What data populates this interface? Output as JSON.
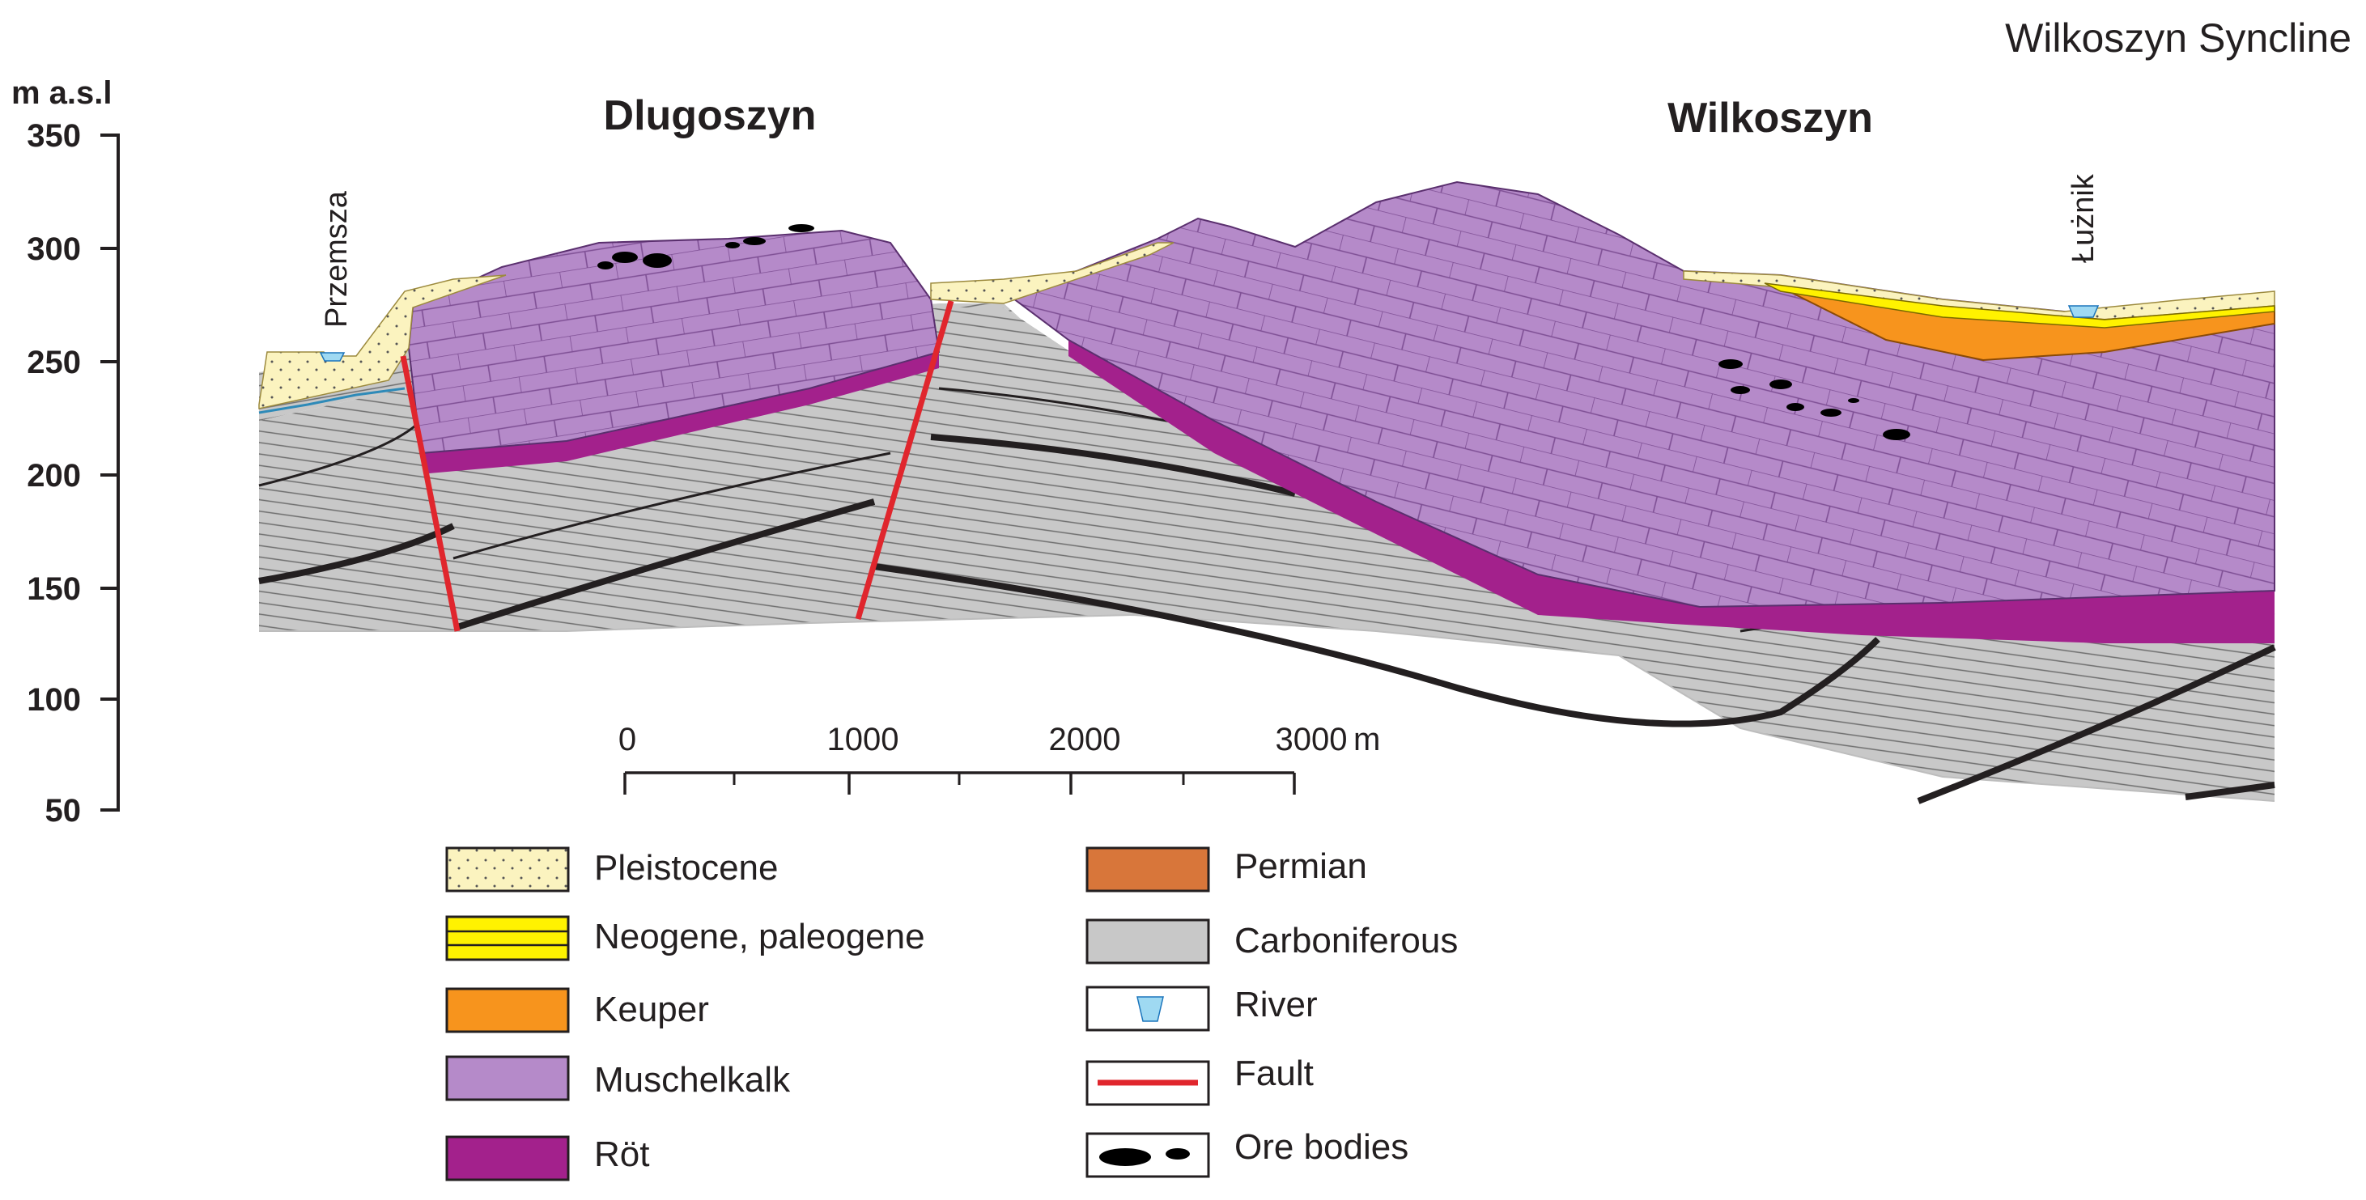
{
  "figure": {
    "title": "Wilkoszyn Syncline",
    "places": [
      "Dlugoszyn",
      "Wilkoszyn"
    ],
    "rivers": [
      "Przemsza",
      "Łużnik"
    ]
  },
  "axis": {
    "title": "m a.s.l",
    "ticks": [
      "350",
      "300",
      "250",
      "200",
      "150",
      "100",
      "50"
    ]
  },
  "scale_bar": {
    "labels": [
      "0",
      "1000",
      "2000",
      "3000"
    ],
    "unit": "m"
  },
  "legend": {
    "items": [
      {
        "label": "Pleistocene",
        "pattern": "pleistocene",
        "color": "#fbf3bf"
      },
      {
        "label": "Neogene, paleogene",
        "pattern": "neogene",
        "color": "#fff200"
      },
      {
        "label": "Keuper",
        "pattern": "keuper",
        "color": "#f7941d"
      },
      {
        "label": "Muschelkalk",
        "pattern": "muschelkalk",
        "color": "#b58ac9"
      },
      {
        "label": "Röt",
        "pattern": "rot",
        "color": "#a3218c"
      },
      {
        "label": "Permian",
        "pattern": "permian",
        "color": "#d8763a"
      },
      {
        "label": "Carboniferous",
        "pattern": "carboniferous",
        "color": "#c8c8c8"
      },
      {
        "label": "River",
        "pattern": "river",
        "color": "#9fd9f2"
      },
      {
        "label": "Fault",
        "pattern": "fault",
        "color": "#e0262d"
      },
      {
        "label": "Ore bodies",
        "pattern": "ore",
        "color": "#000000"
      }
    ]
  }
}
